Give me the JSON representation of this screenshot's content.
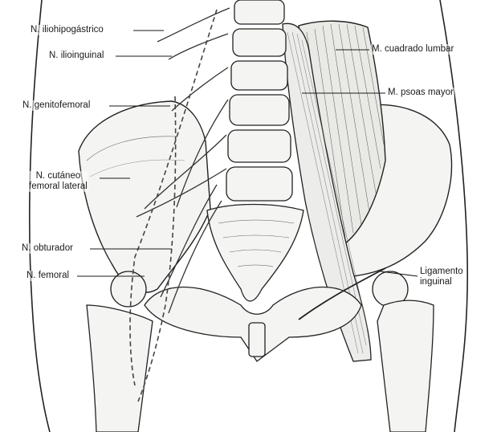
{
  "labels": {
    "iliohipogastrico": "N. iliohipogástrico",
    "ilioinguinal": "N. ilioinguinal",
    "genitofemoral": "N. genitofemoral",
    "cutaneo_line1": "N. cutáneo",
    "cutaneo_line2": "femoral lateral",
    "obturador": "N. obturador",
    "femoral": "N. femoral",
    "cuadrado_lumbar": "M. cuadrado lumbar",
    "psoas_mayor": "M. psoas mayor",
    "ligamento_line1": "Ligamento",
    "ligamento_line2": "inguinal"
  },
  "colors": {
    "ink": "#1a1a1a",
    "paper": "#ffffff",
    "bone": "#f4f4f2",
    "muscle": "#e9e9e6"
  }
}
